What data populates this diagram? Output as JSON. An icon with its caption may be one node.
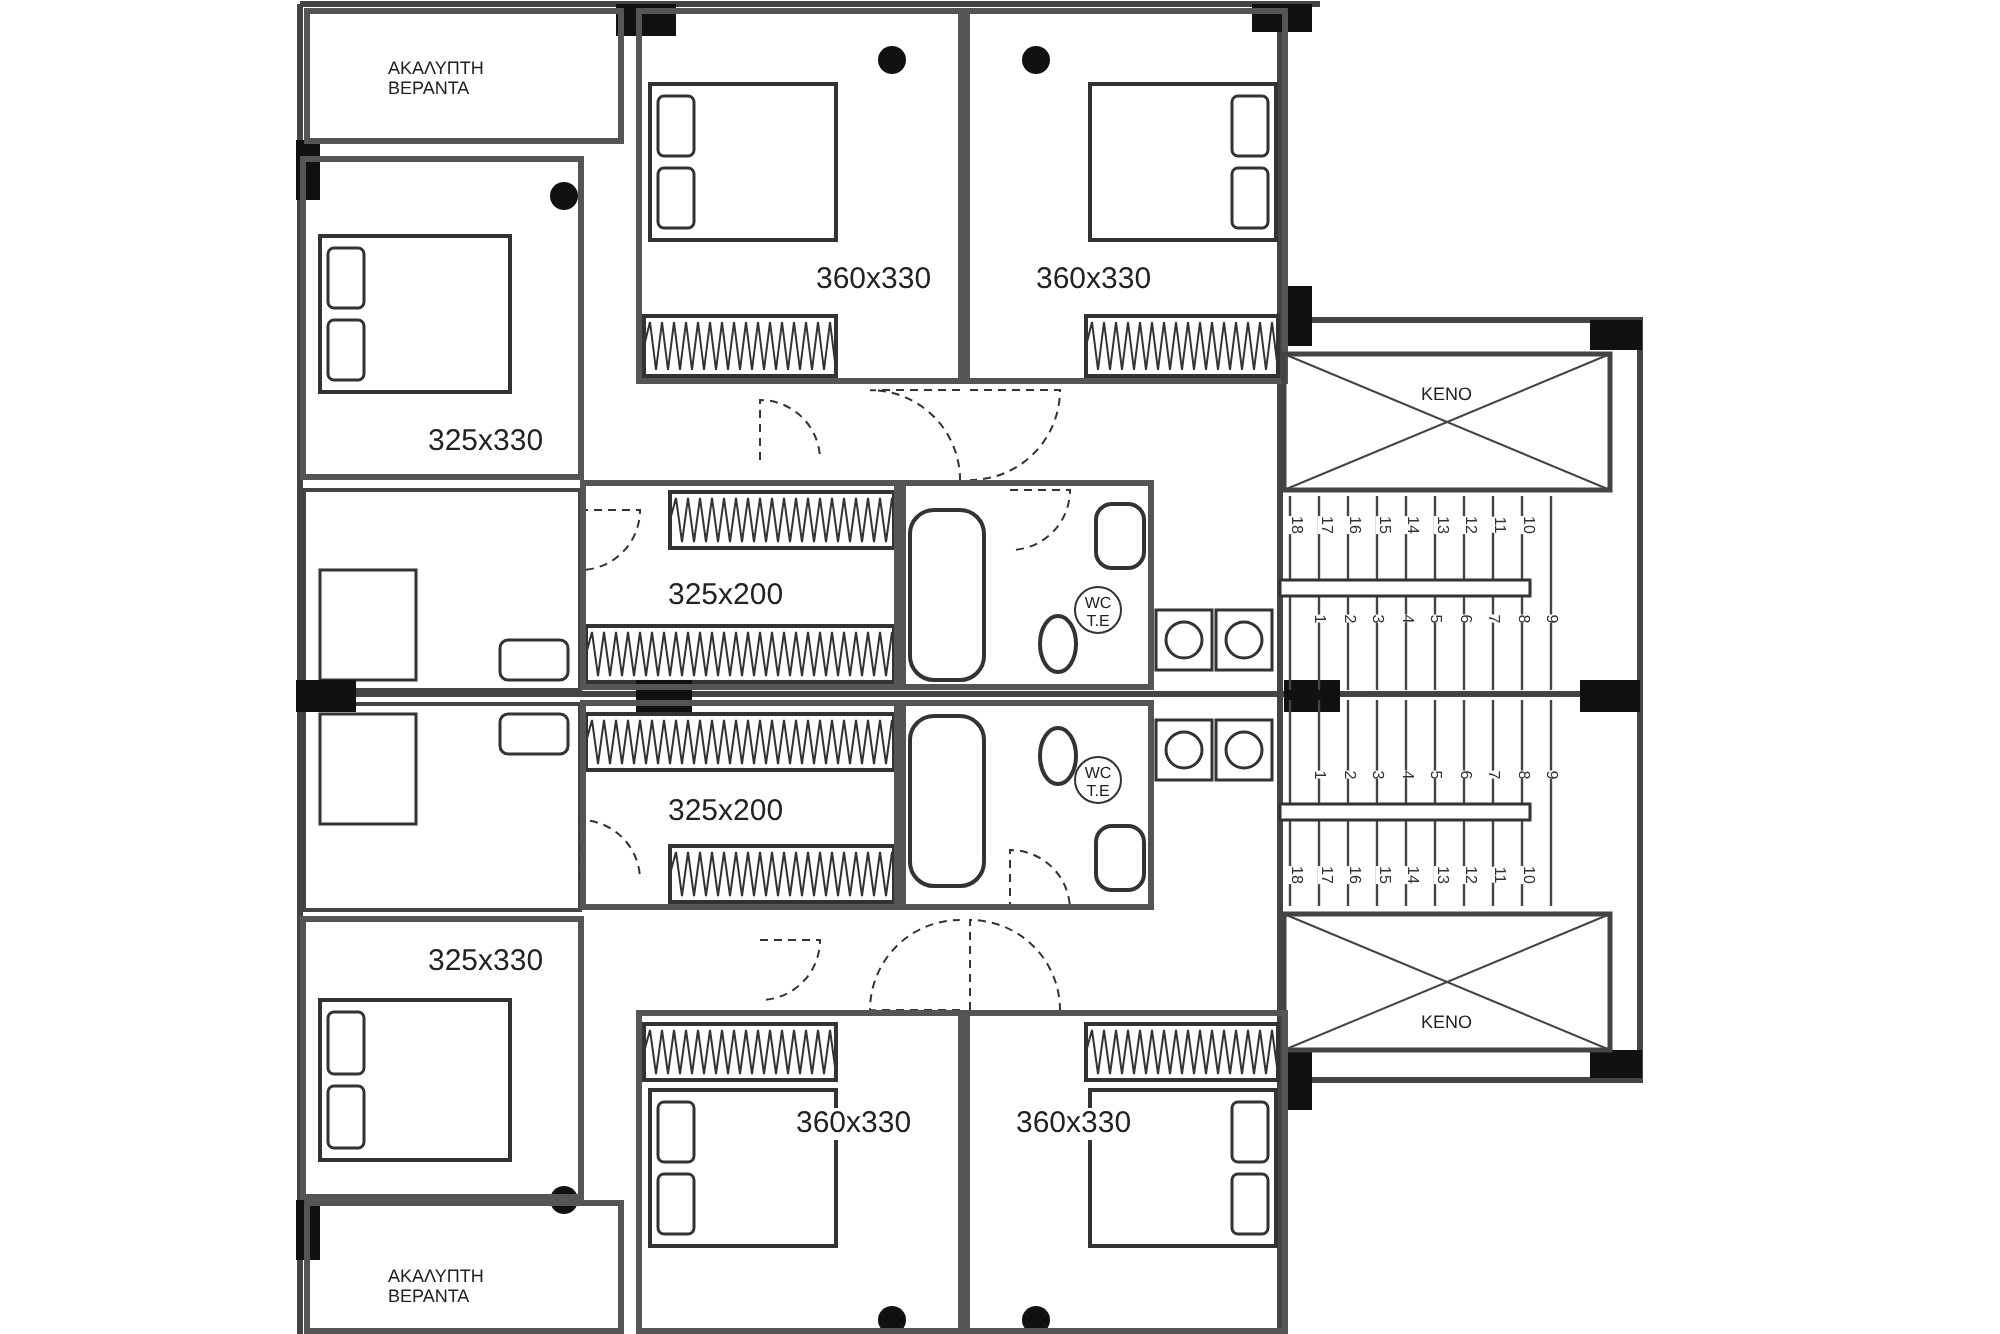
{
  "diagram": {
    "nodes": [
      {
        "text": [
          "ΑΚΑΛΥΠΤΗ ΒΕΡΑΝΤΑ"
        ]
      },
      {
        "text": [
          "360x330"
        ]
      },
      {
        "text": [
          "360x330"
        ]
      },
      {
        "text": [
          "325x330"
        ]
      },
      {
        "text": [
          "ΚΕΝΟ"
        ]
      },
      {
        "text": [
          "325x200"
        ]
      },
      {
        "text": [
          "WC T.E"
        ]
      },
      {
        "text": [
          "325x200"
        ]
      },
      {
        "text": [
          "WC T.E"
        ]
      },
      {
        "text": [
          "325x330"
        ]
      },
      {
        "text": [
          "ΚΕΝΟ"
        ]
      },
      {
        "text": [
          "360x330"
        ]
      },
      {
        "text": [
          "360x330"
        ]
      },
      {
        "text": [
          "ΑΚΑΛΥΠΤΗ ΒΕΡΑΝΤΑ"
        ]
      }
    ],
    "labels": [
      "18",
      "17",
      "16",
      "15",
      "14",
      "13",
      "12",
      "11",
      "10",
      "1",
      "2",
      "3",
      "4",
      "5",
      "6",
      "7",
      "8",
      "9",
      "1",
      "2",
      "3",
      "4",
      "5",
      "6",
      "7",
      "8",
      "9",
      "18",
      "17",
      "16",
      "15",
      "14",
      "13",
      "12",
      "11",
      "10"
    ]
  }
}
